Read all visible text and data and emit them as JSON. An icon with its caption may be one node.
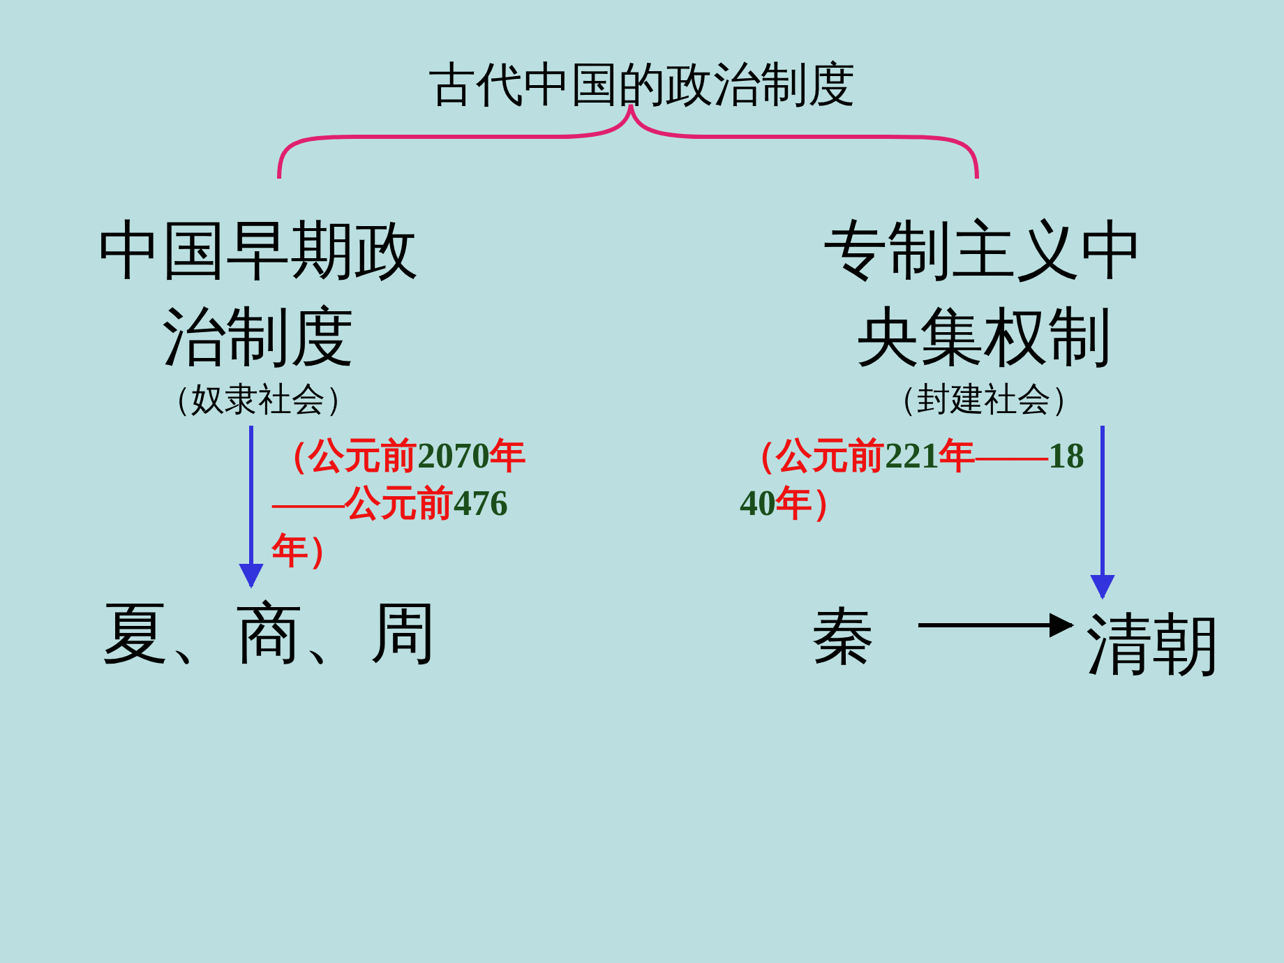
{
  "diagram": {
    "title": "古代中国的政治制度",
    "nodes": [
      {
        "text": [
          "中国早期政治制度",
          "（奴隶社会）"
        ]
      },
      {
        "text": [
          "专制主义中央集权制",
          "（封建社会）"
        ]
      },
      {
        "text": [
          "夏、商、周"
        ]
      },
      {
        "text": [
          "秦"
        ]
      },
      {
        "text": [
          "清朝"
        ]
      }
    ],
    "edges": [
      {
        "from": 0,
        "to": 2,
        "arrow": "to",
        "label": "（公元前2070年——公元前476年）"
      },
      {
        "from": 1,
        "to": 4,
        "arrow": "to",
        "label": "（公元前221年——1840年）"
      },
      {
        "from": 3,
        "to": 4,
        "arrow": "to",
        "color": "#000000"
      }
    ]
  }
}
